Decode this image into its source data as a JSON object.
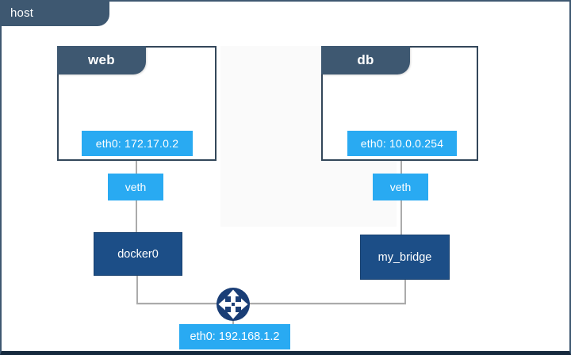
{
  "host": {
    "label": "host",
    "interface_label": "eth0: 192.168.1.2"
  },
  "containers": [
    {
      "name": "web",
      "interface": "eth0: 172.17.0.2"
    },
    {
      "name": "db",
      "interface": "eth0: 10.0.0.254"
    }
  ],
  "links": [
    {
      "label": "veth"
    },
    {
      "label": "veth"
    }
  ],
  "bridges": [
    {
      "label": "docker0"
    },
    {
      "label": "my_bridge"
    }
  ],
  "icons": {
    "router": "router-cross-arrows-icon"
  },
  "colors": {
    "slate_tab": "#3e5871",
    "frame_bottom": "#16293d",
    "bright_blue": "#29aaf2",
    "bridge_navy": "#1c4e87",
    "router_navy": "#1a3e76",
    "box_border": "#33475a",
    "wire_gray": "#ababab"
  }
}
